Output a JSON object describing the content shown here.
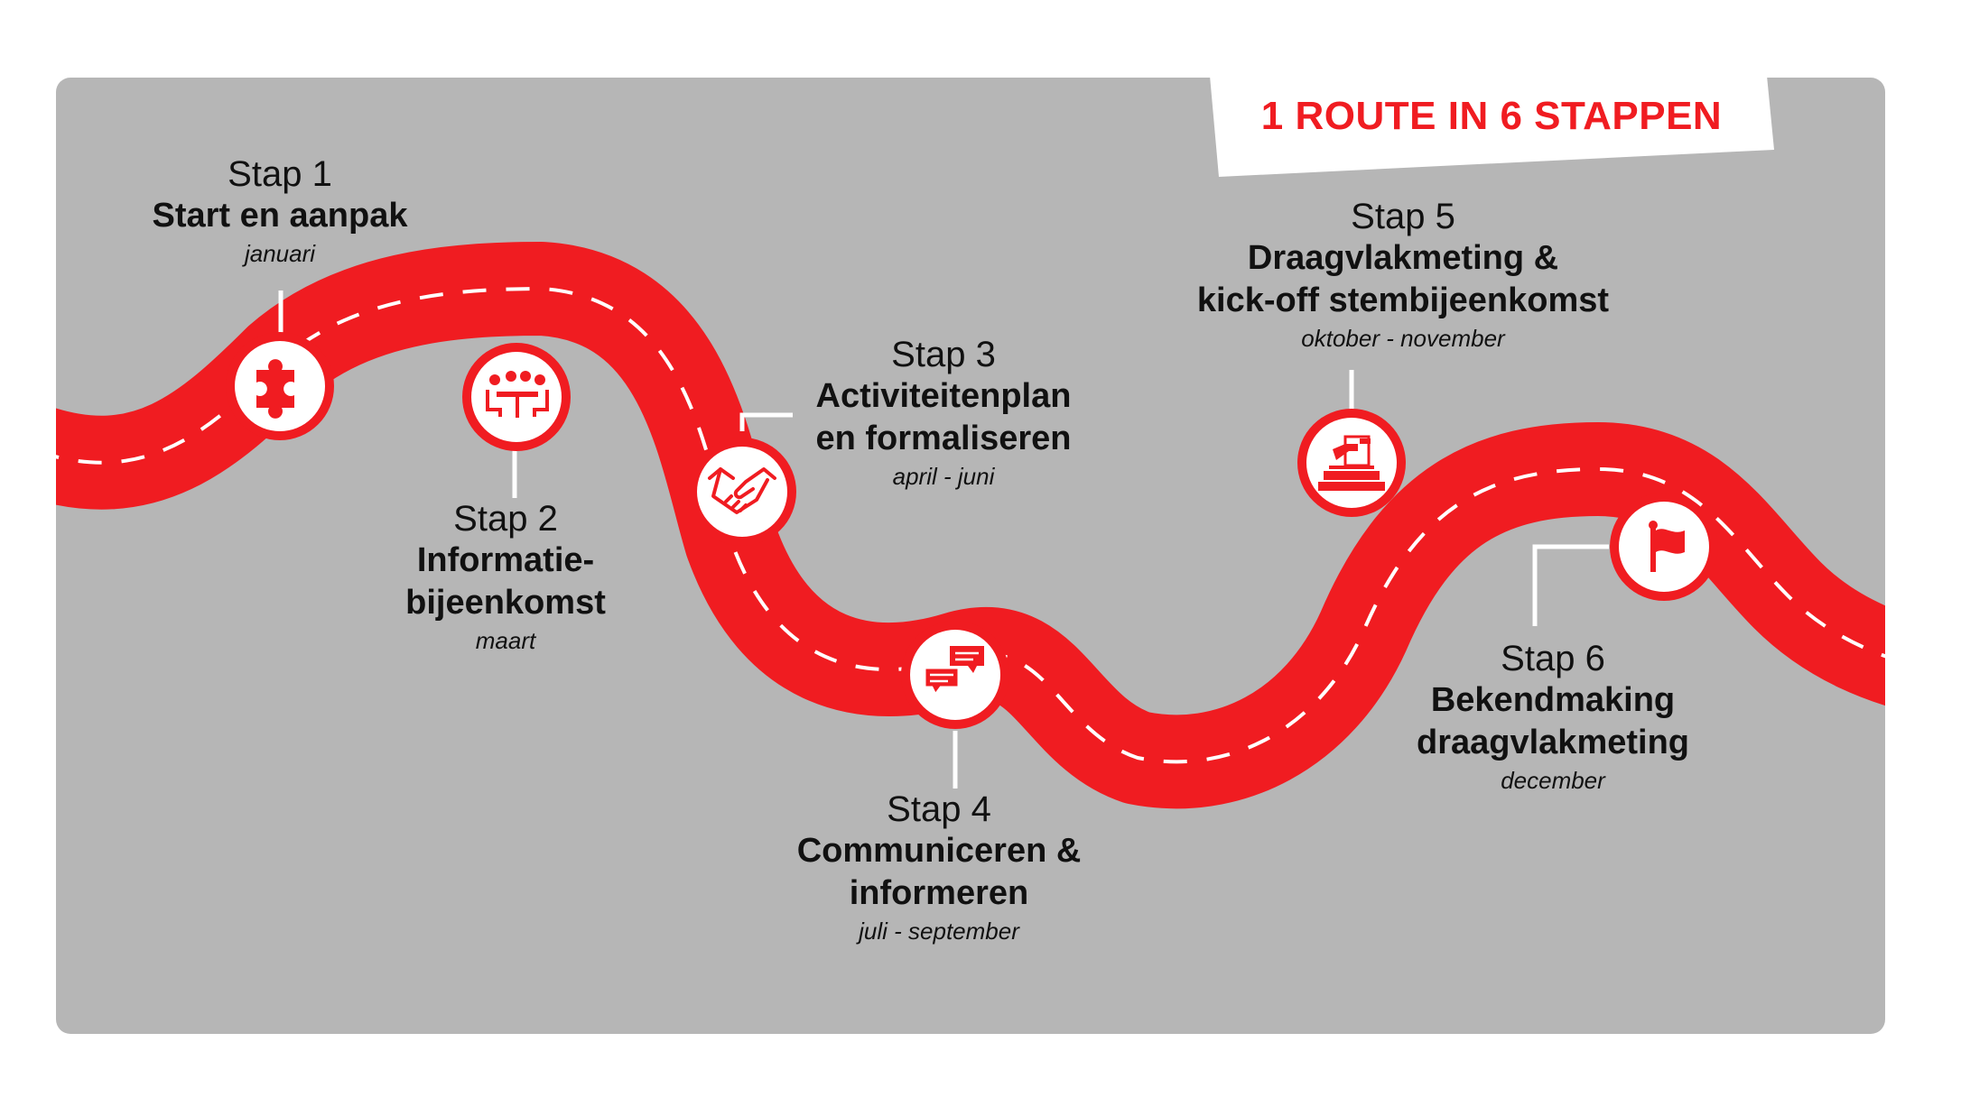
{
  "banner": {
    "text": "1 ROUTE  IN 6 STAPPEN"
  },
  "colors": {
    "road": "#f01c21",
    "panel": "#b6b6b6",
    "dash": "#ffffff",
    "text": "#111111"
  },
  "steps": [
    {
      "number": "Stap 1",
      "title": [
        "Start en aanpak"
      ],
      "period": "januari",
      "icon": "puzzle-icon"
    },
    {
      "number": "Stap 2",
      "title": [
        "Informatie-",
        "bijeenkomst"
      ],
      "period": "maart",
      "icon": "meeting-icon"
    },
    {
      "number": "Stap 3",
      "title": [
        "Activiteitenplan",
        "en formaliseren"
      ],
      "period": "april - juni",
      "icon": "handshake-icon"
    },
    {
      "number": "Stap 4",
      "title": [
        "Communiceren &",
        "informeren"
      ],
      "period": "juli - september",
      "icon": "chat-bubbles-icon"
    },
    {
      "number": "Stap 5",
      "title": [
        "Draagvlakmeting &",
        "kick-off stembijeenkomst"
      ],
      "period": "oktober - november",
      "icon": "ballot-box-icon"
    },
    {
      "number": "Stap 6",
      "title": [
        "Bekendmaking",
        "draagvlakmeting"
      ],
      "period": "december",
      "icon": "flag-icon"
    }
  ]
}
